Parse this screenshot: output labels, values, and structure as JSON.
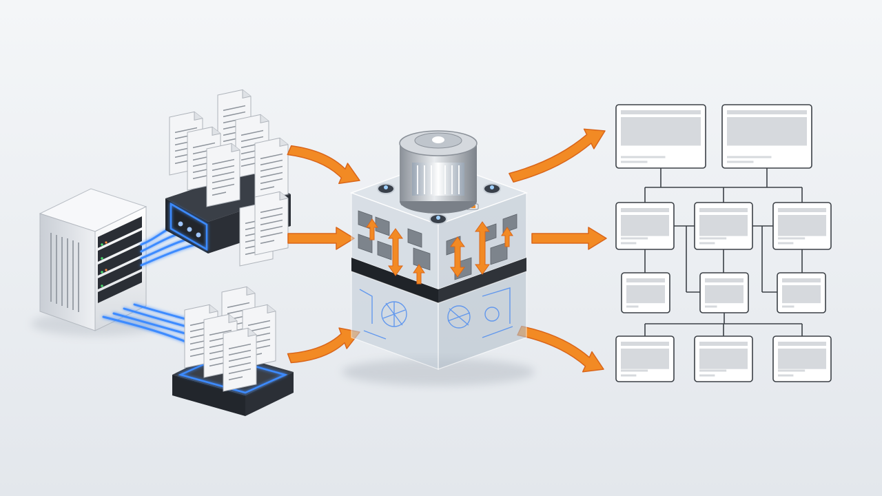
{
  "canvas": {
    "background_top": "#f4f6f8",
    "background_bottom": "#e3e7ec"
  },
  "colors": {
    "arrow_fill": "#f28a24",
    "arrow_stroke": "#d9651a",
    "cable_glow": "#3d8bff",
    "platform_dark": "#2b2f36",
    "document_fill": "#f4f5f7",
    "document_line": "#8e949c",
    "panel_stroke": "#3a3f45",
    "panel_bar": "#d6d9dd",
    "cube_glass": "#c7d1db",
    "cube_band": "#2f3339",
    "circuit_blue": "#4f8df0"
  },
  "icons": {
    "server": "server-rack-icon",
    "documents": "document-icon",
    "processor": "processing-cube-icon",
    "flow": "arrow-right-icon",
    "output": "layout-panel-icon"
  },
  "structure": {
    "source_groups": 3,
    "documents_per_group": [
      6,
      2,
      5
    ],
    "hierarchy_rows": [
      2,
      3,
      3,
      3
    ]
  }
}
